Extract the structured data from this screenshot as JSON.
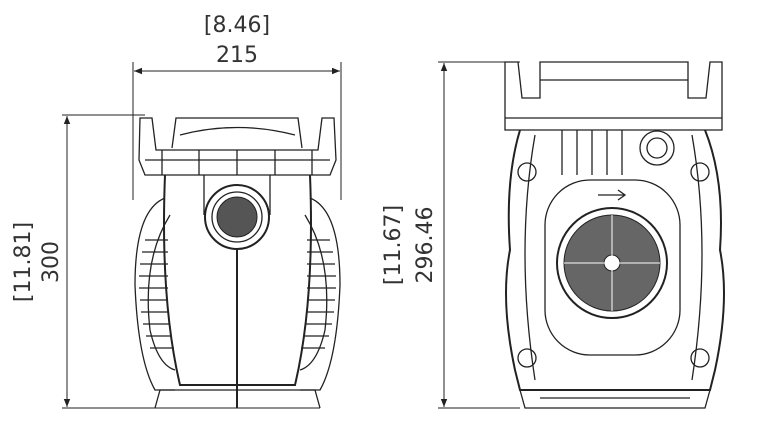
{
  "front_view": {
    "width_in": "[8.46]",
    "width_mm": "215",
    "height_in": "[11.81]",
    "height_mm": "300"
  },
  "side_view": {
    "height_in": "[11.67]",
    "height_mm": "296.46"
  },
  "colors": {
    "line": "#222222",
    "text": "#333333",
    "background": "#ffffff"
  }
}
